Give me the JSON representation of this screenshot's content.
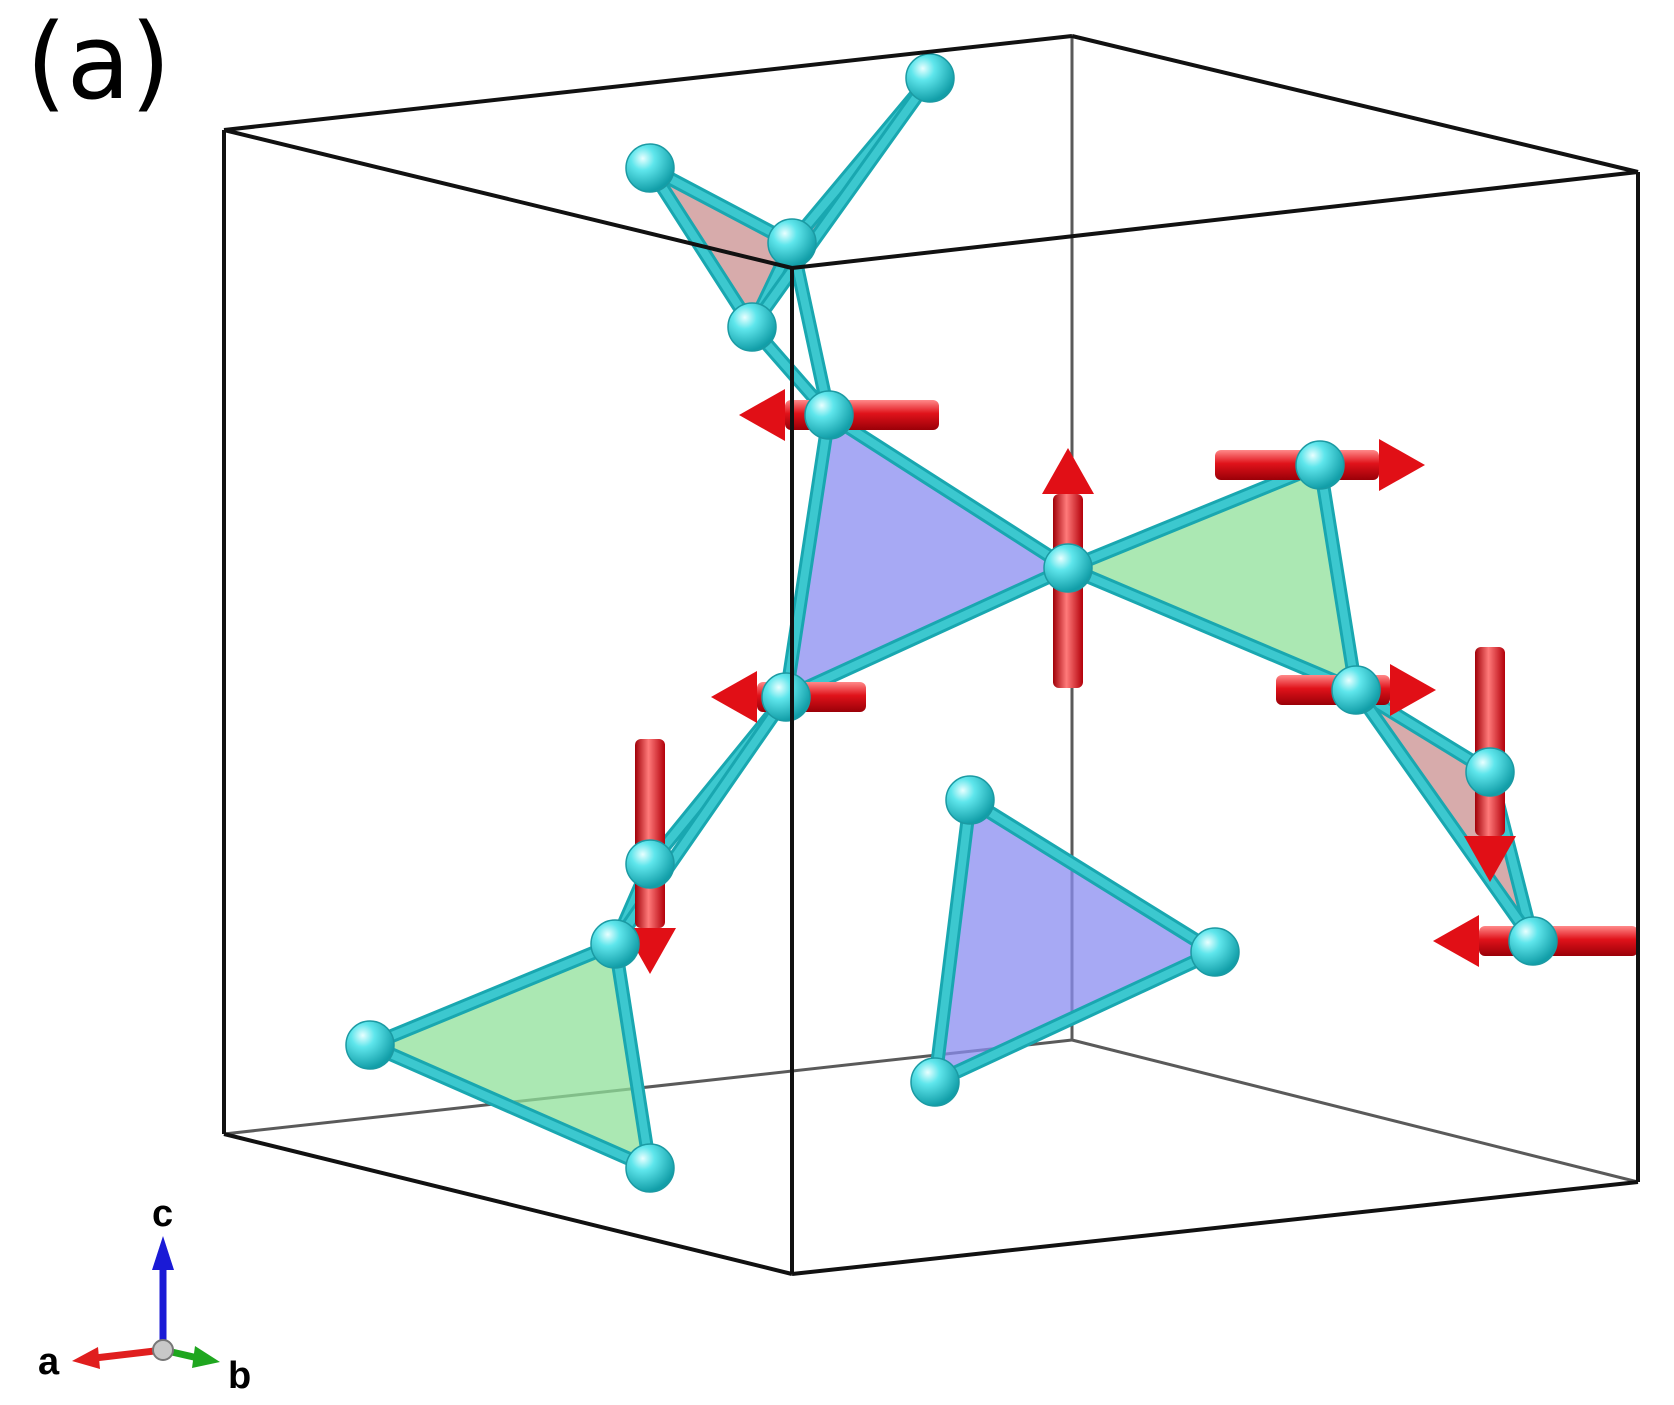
{
  "figure": {
    "panel_label": "(a)",
    "axes": {
      "a": "a",
      "b": "b",
      "c": "c"
    }
  },
  "colors": {
    "cell_edge": "#000000",
    "atom": "#3fd6dc",
    "atom_dark": "#19a7b0",
    "bond": "#3cc8cf",
    "arrow": "#e10f16",
    "triangle_blue": "#8a8cf0",
    "triangle_green": "#8fe09a",
    "triangle_red": "#c98f8f",
    "axis_a": "#e01e1e",
    "axis_b": "#1fa61f",
    "axis_c": "#1a1ad6"
  },
  "structure": {
    "triangles": [
      {
        "color": "triangle_red"
      },
      {
        "color": "triangle_red"
      },
      {
        "color": "triangle_blue"
      },
      {
        "color": "triangle_green"
      },
      {
        "color": "triangle_green"
      },
      {
        "color": "triangle_blue"
      },
      {
        "color": "triangle_red"
      }
    ],
    "spins": [
      {
        "direction": "-a"
      },
      {
        "direction": "+c"
      },
      {
        "direction": "+a"
      },
      {
        "direction": "-a"
      },
      {
        "direction": "-c"
      },
      {
        "direction": "+a"
      },
      {
        "direction": "-c"
      },
      {
        "direction": "-a"
      }
    ]
  }
}
